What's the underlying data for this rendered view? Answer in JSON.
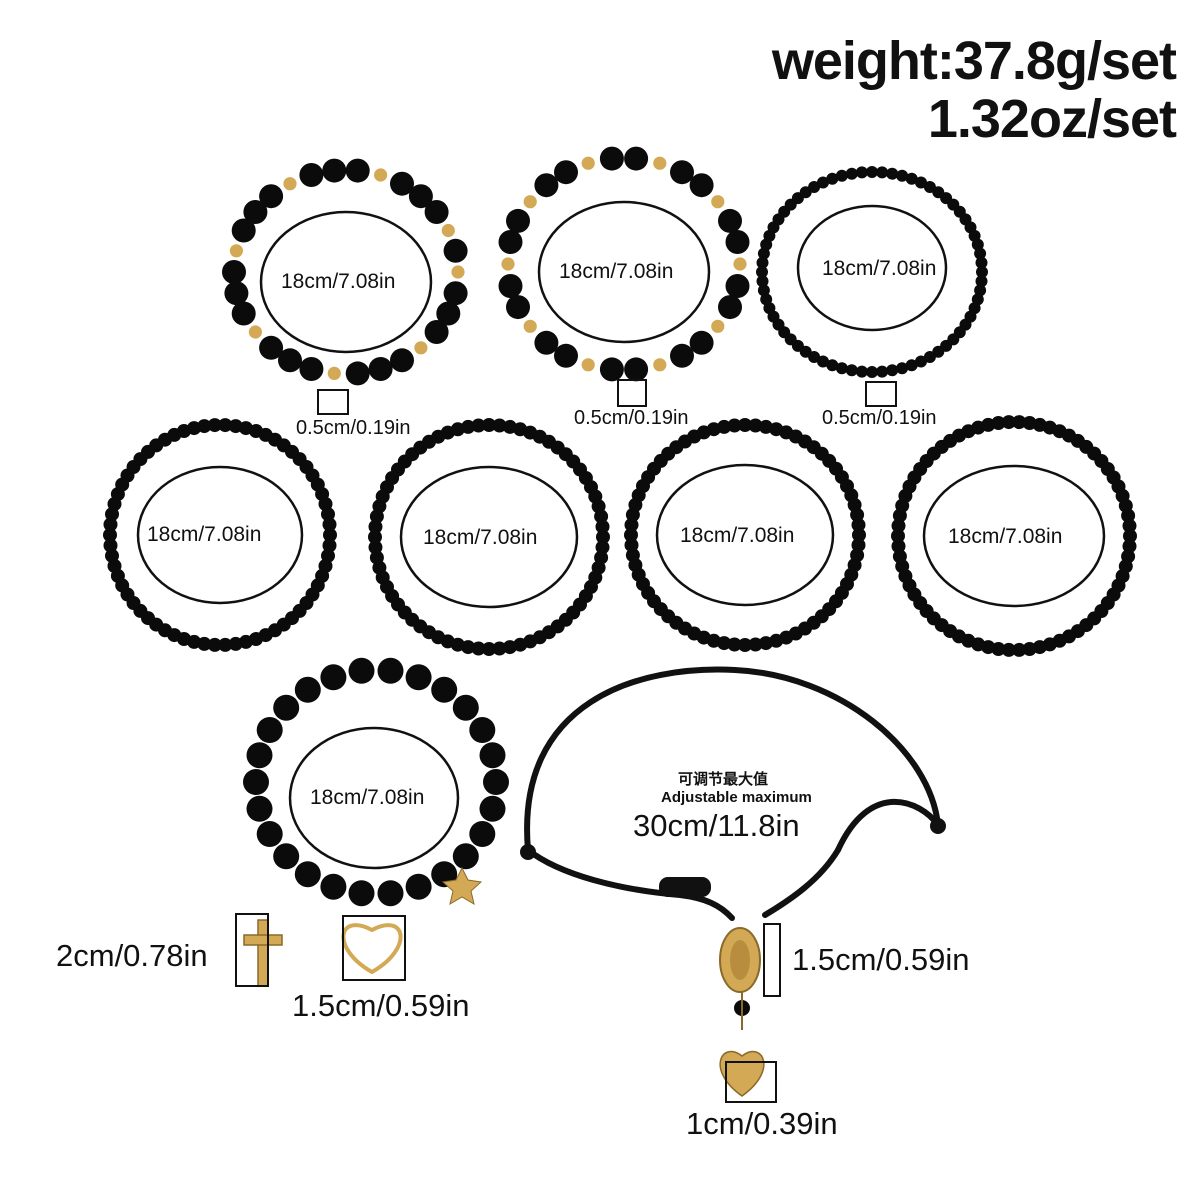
{
  "weight": {
    "per_set_g": "weight:37.8g/set",
    "per_set_oz": "1.32oz/set"
  },
  "bracelets": [
    {
      "size": "18cm/7.08in",
      "bead_size": "0.5cm/0.19in"
    },
    {
      "size": "18cm/7.08in",
      "bead_size": "0.5cm/0.19in"
    },
    {
      "size": "18cm/7.08in",
      "bead_size": "0.5cm/0.19in"
    },
    {
      "size": "18cm/7.08in"
    },
    {
      "size": "18cm/7.08in"
    },
    {
      "size": "18cm/7.08in"
    },
    {
      "size": "18cm/7.08in"
    },
    {
      "size": "18cm/7.08in",
      "cross_size": "2cm/0.78in",
      "heart_size": "1.5cm/0.59in"
    }
  ],
  "adjustable": {
    "label_cn": "可调节最大值",
    "label_en": "Adjustable maximum",
    "size": "30cm/11.8in",
    "medal_size": "1.5cm/0.59in",
    "heart_size": "1cm/0.39in"
  },
  "colors": {
    "bead": "#0b0b0b",
    "gold": "#d4a955",
    "cord": "#111111",
    "outline": "#111111"
  }
}
